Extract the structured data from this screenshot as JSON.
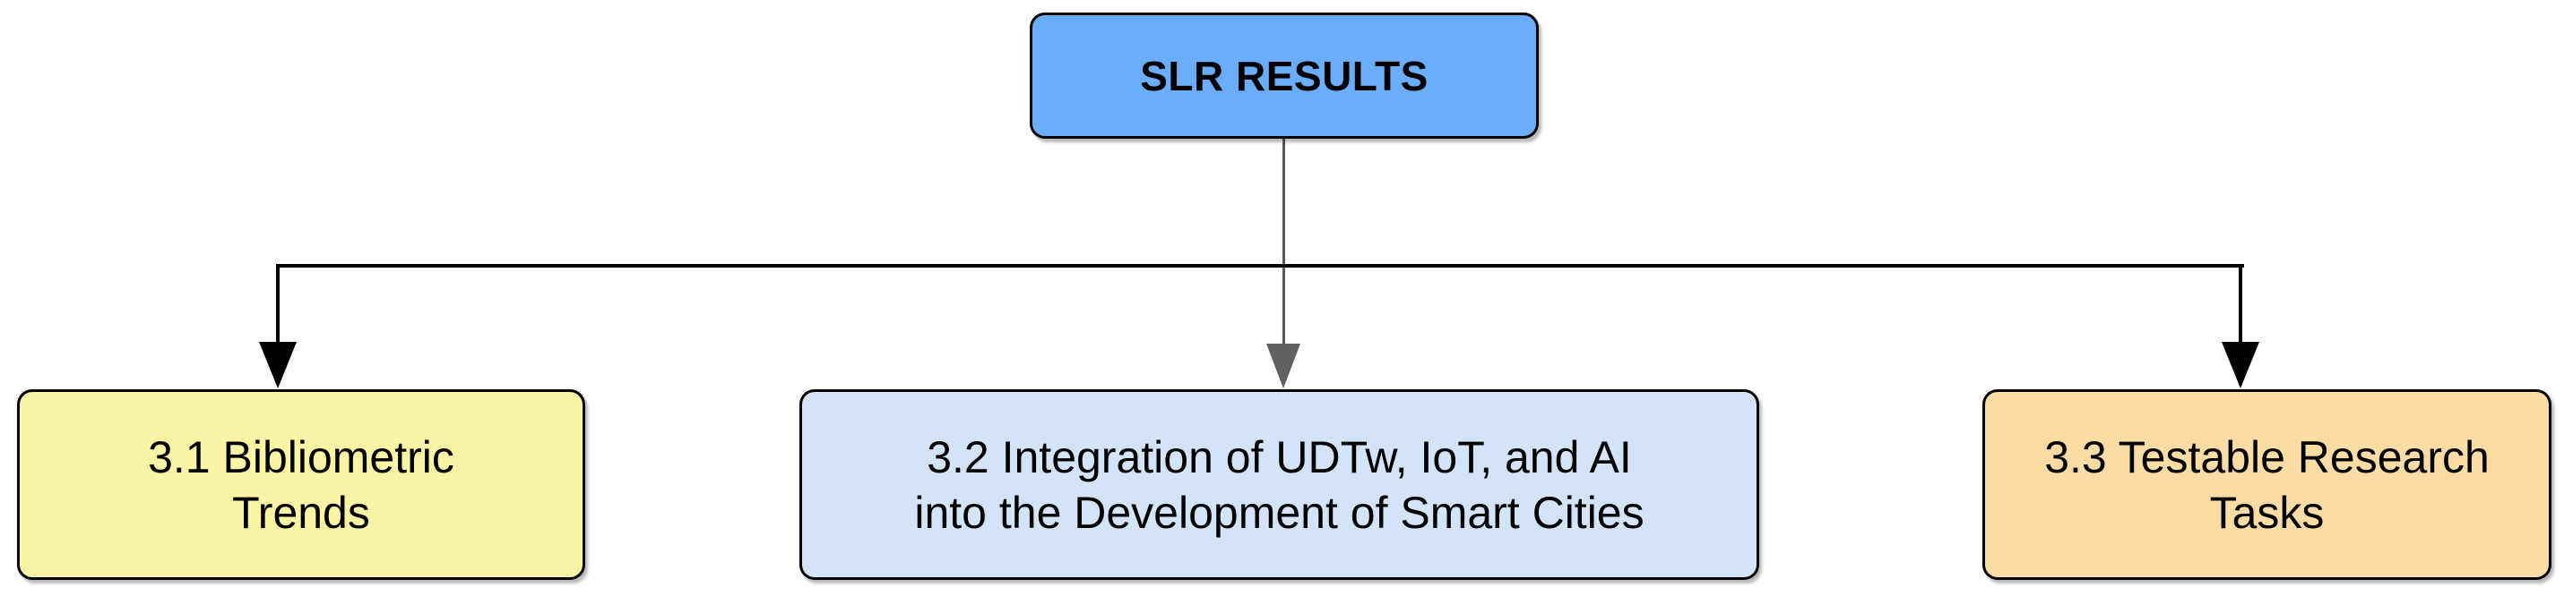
{
  "diagram": {
    "title": "SLR RESULTS",
    "background_color": "#ffffff",
    "root_node": {
      "label": "SLR RESULTS",
      "fill_color": "#6AADFA",
      "border_color": "#000000",
      "text_color": "#000000"
    },
    "child_nodes": [
      {
        "label": "3.1 Bibliometric Trends",
        "lines": [
          "3.1 Bibliometric",
          "Trends"
        ],
        "fill_color": "#FBF4A5",
        "border_color": "#000000",
        "text_color": "#000000"
      },
      {
        "label": "3.2 Integration of UDTw, IoT, and AI into the Development of Smart Cities",
        "lines": [
          "3.2 Integration of UDTw, IoT, and AI",
          "into the Development of Smart Cities"
        ],
        "fill_color": "#D3E3F8",
        "border_color": "#000000",
        "text_color": "#000000"
      },
      {
        "label": "3.3 Testable Research Tasks",
        "lines": [
          "3.3 Testable Research",
          "Tasks"
        ],
        "fill_color": "#FBDCA4",
        "border_color": "#000000",
        "text_color": "#000000"
      }
    ],
    "connectors": {
      "branch_line_color": "#000000",
      "trunk_line_color": "#5A5A5A",
      "trunk_arrow_color": "#616161",
      "branch_arrow_color": "#000000"
    }
  }
}
